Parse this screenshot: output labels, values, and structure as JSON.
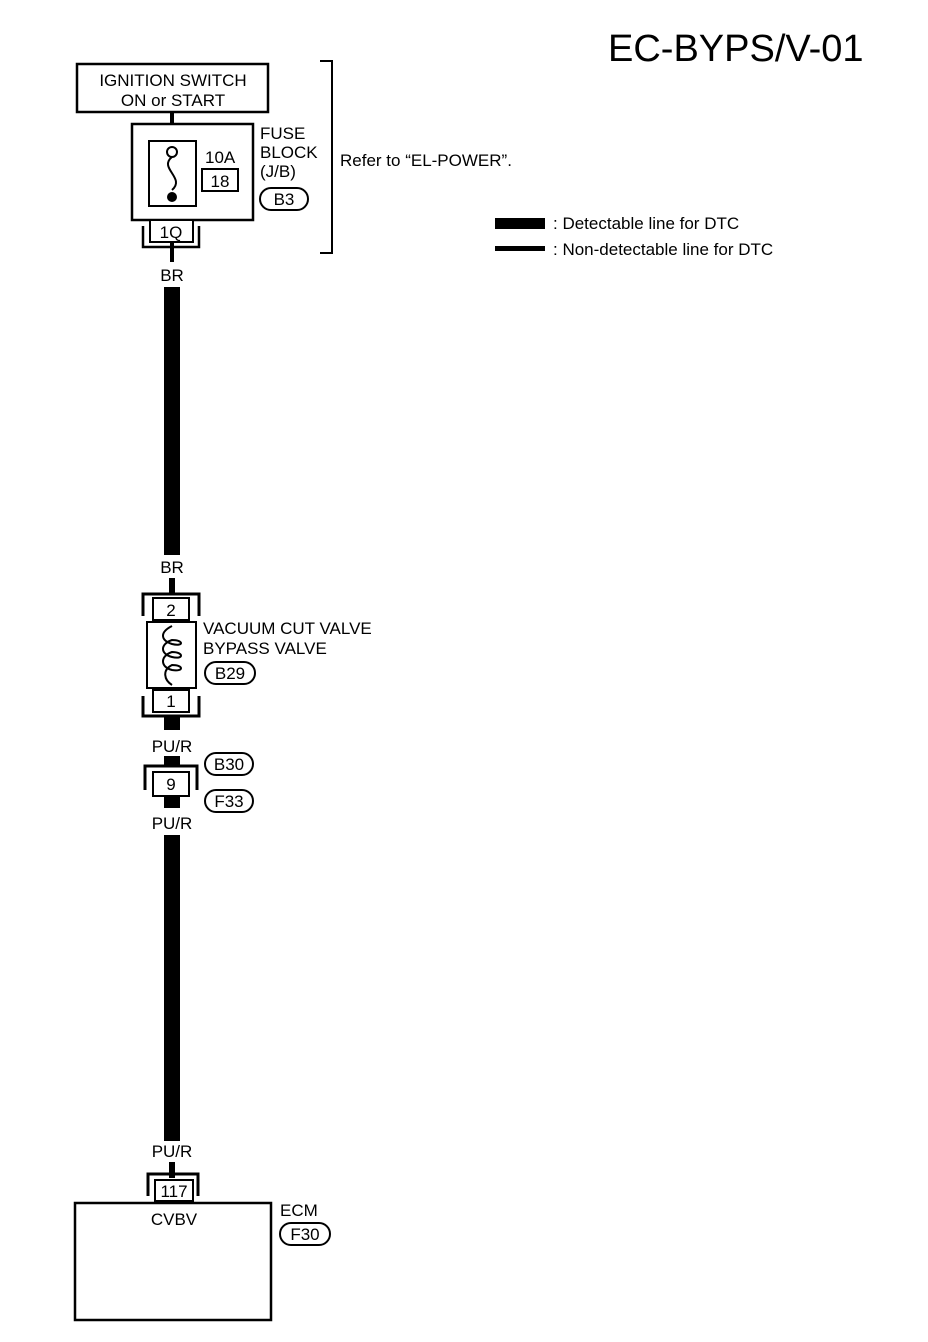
{
  "title": "EC-BYPS/V-01",
  "ignition_switch": {
    "line1": "IGNITION SWITCH",
    "line2": "ON or START"
  },
  "fuse_block": {
    "label_line1": "FUSE",
    "label_line2": "BLOCK",
    "label_line3": "(J/B)",
    "connector": "B3",
    "amperage": "10A",
    "fuse_number": "18",
    "terminal": "1Q"
  },
  "refer_note": "Refer to “EL-POWER”.",
  "legend": {
    "detectable": ": Detectable line for DTC",
    "non_detectable": ": Non-detectable line for DTC"
  },
  "wires": {
    "upper_top_color": "BR",
    "upper_bottom_color": "BR",
    "mid_top_color": "PU/R",
    "mid_bottom_color": "PU/R",
    "lower_top_color": "PU/R"
  },
  "valve": {
    "name_line1": "VACUUM CUT VALVE",
    "name_line2": "BYPASS VALVE",
    "connector": "B29",
    "terminal_top": "2",
    "terminal_bottom": "1"
  },
  "joint_connector": {
    "terminal": "9",
    "connector_a": "B30",
    "connector_b": "F33"
  },
  "ecm": {
    "label": "ECM",
    "connector": "F30",
    "terminal": "117",
    "signal": "CVBV"
  }
}
